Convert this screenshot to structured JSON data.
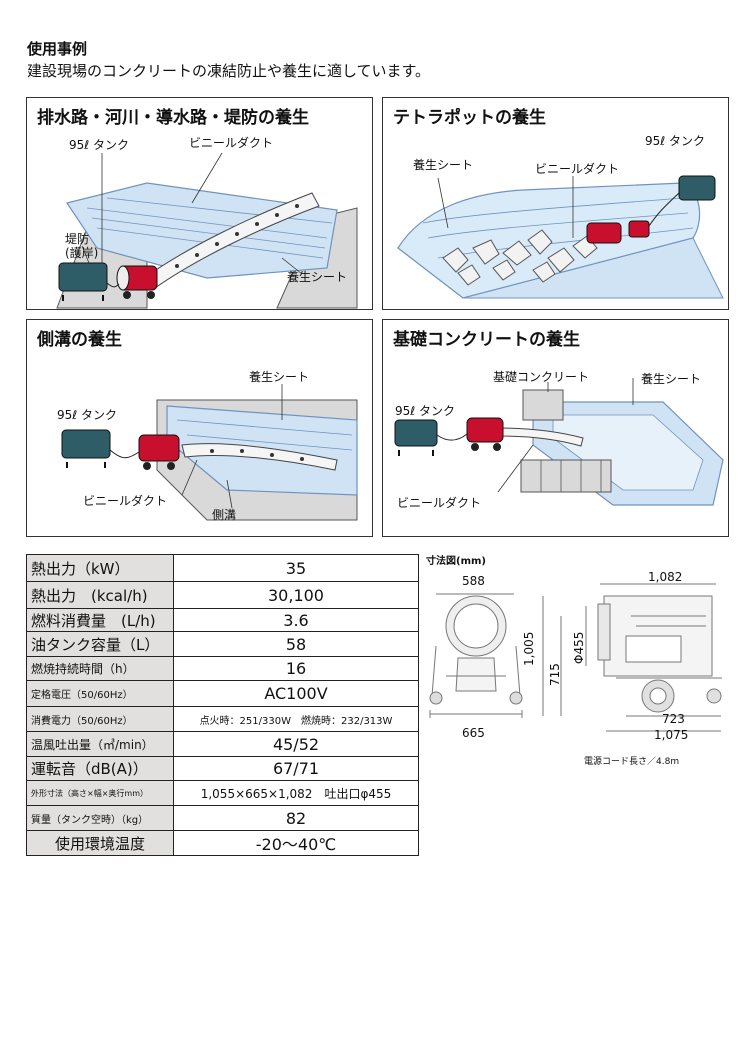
{
  "header": {
    "title": "使用事例",
    "subtitle": "建設現場のコンクリートの凍結防止や養生に適しています。"
  },
  "panels": [
    {
      "title": "排水路・河川・導水路・堤防の養生",
      "labels": {
        "tank": "95ℓ タンク",
        "duct": "ビニールダクト",
        "bank_line1": "堤防",
        "bank_line2": "(護岸)",
        "sheet": "養生シート"
      }
    },
    {
      "title": "テトラポットの養生",
      "labels": {
        "tank": "95ℓ タンク",
        "sheet": "養生シート",
        "duct": "ビニールダクト"
      }
    },
    {
      "title": "側溝の養生",
      "labels": {
        "sheet": "養生シート",
        "tank": "95ℓ タンク",
        "duct": "ビニールダクト",
        "gutter": "側溝"
      }
    },
    {
      "title": "基礎コンクリートの養生",
      "labels": {
        "foundation": "基礎コンクリート",
        "sheet": "養生シート",
        "tank": "95ℓ タンク",
        "duct": "ビニールダクト"
      }
    }
  ],
  "specs": [
    {
      "label": "熱出力（kW）",
      "value": "35"
    },
    {
      "label": "熱出力　(kcal/h)",
      "value": "30,100"
    },
    {
      "label": "燃料消費量　(L/h)",
      "value": "3.6"
    },
    {
      "label": "油タンク容量（L）",
      "value": "58"
    },
    {
      "label": "燃焼持続時間（h）",
      "value": "16"
    },
    {
      "label": "定格電圧（50/60Hz）",
      "value": "AC100V"
    },
    {
      "label": "消費電力（50/60Hz）",
      "value": "点火時：251/330W　燃焼時：232/313W"
    },
    {
      "label": "温風吐出量（㎥/min）",
      "value": "45/52"
    },
    {
      "label": "運転音（dB(A)）",
      "value": "67/71"
    },
    {
      "label": "外形寸法（高さ×幅×奥行mm）",
      "value": "1,055×665×1,082　吐出口φ455"
    },
    {
      "label": "質量（タンク空時）（kg）",
      "value": "82"
    },
    {
      "label": "使用環境温度",
      "value": "-20～40℃"
    }
  ],
  "dimensions": {
    "title": "寸法図(mm)",
    "front_width_top": "588",
    "front_width_bottom": "665",
    "side_length_top": "1,082",
    "height_total": "1,005",
    "height_outlet": "715",
    "outlet_diameter": "Φ455",
    "wheelbase": "723",
    "base_length": "1,075",
    "cord_note": "電源コード長さ／4.8m"
  },
  "colors": {
    "sheet_blue": "#cfe3f4",
    "sheet_line": "#6f93bd",
    "heater_red": "#c8102e",
    "tank_teal": "#2f5d67",
    "concrete_gray": "#d9d9d9",
    "label_bg": "#e2e0de"
  }
}
